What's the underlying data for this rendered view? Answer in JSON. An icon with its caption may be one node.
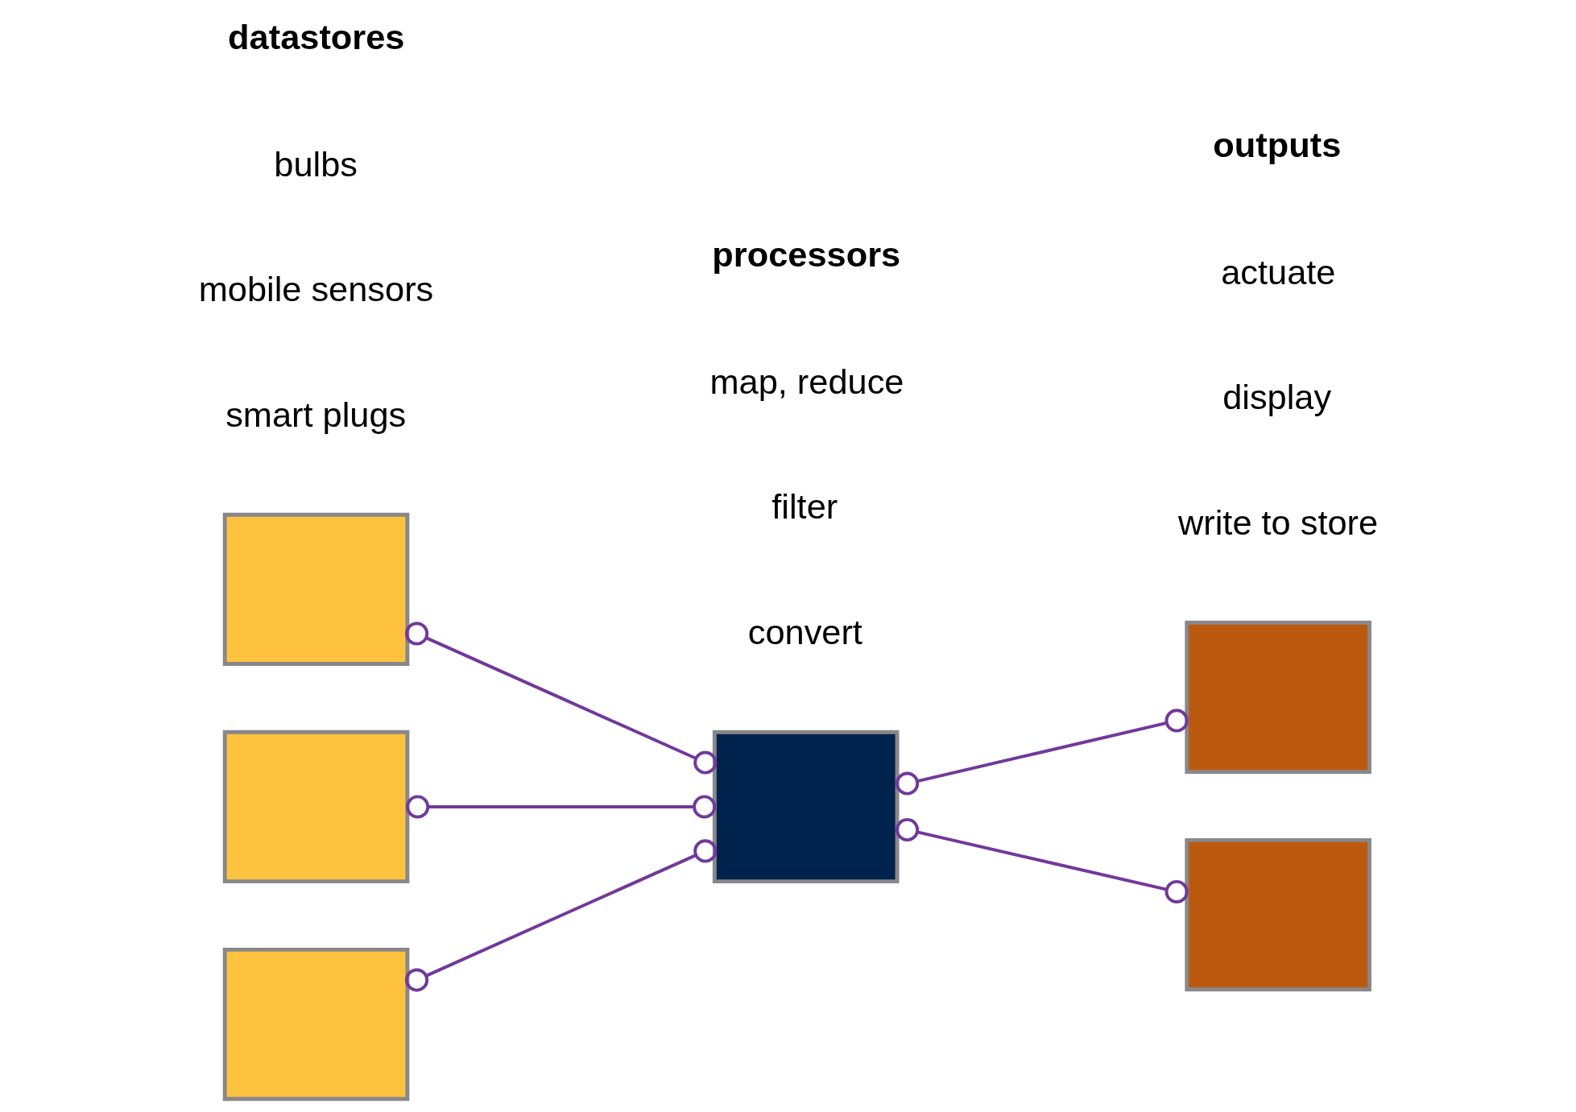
{
  "diagram": {
    "nodes": [
      {
        "text": [],
        "shape": "box"
      },
      {
        "text": [],
        "shape": "box"
      },
      {
        "text": [],
        "shape": "box"
      },
      {
        "text": [],
        "shape": "box"
      },
      {
        "text": [],
        "shape": "box"
      },
      {
        "text": [],
        "shape": "box"
      }
    ],
    "edges": [
      {
        "from": 0,
        "to": 3,
        "arrow": "other"
      },
      {
        "from": 1,
        "to": 3,
        "arrow": "other"
      },
      {
        "from": 2,
        "to": 3,
        "arrow": "other"
      },
      {
        "from": 3,
        "to": 4,
        "arrow": "other"
      },
      {
        "from": 3,
        "to": 5,
        "arrow": "other"
      }
    ],
    "labels": [
      "datastores",
      "bulbs",
      "mobile sensors",
      "smart plugs",
      "processors",
      "map, reduce",
      "filter",
      "convert",
      "outputs",
      "actuate",
      "display",
      "write to store"
    ]
  }
}
